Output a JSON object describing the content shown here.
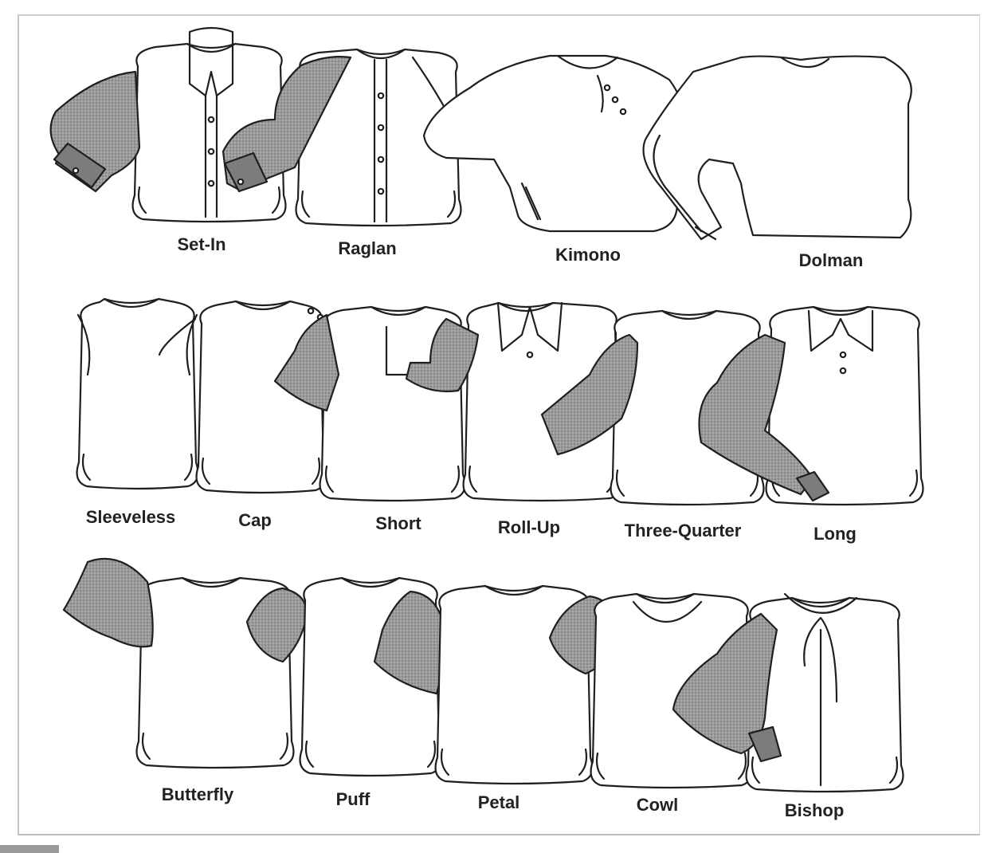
{
  "colors": {
    "line": "#1f1f1f",
    "garment": "#ffffff",
    "sleeve_shade": "#8e8e8e",
    "cuff_shade": "#6e6e6e",
    "frame": "#c4c4c4"
  },
  "rows": [
    {
      "items": [
        {
          "id": "set-in",
          "label": "Set-In"
        },
        {
          "id": "raglan",
          "label": "Raglan"
        },
        {
          "id": "kimono",
          "label": "Kimono"
        },
        {
          "id": "dolman",
          "label": "Dolman"
        }
      ]
    },
    {
      "items": [
        {
          "id": "sleeveless",
          "label": "Sleeveless"
        },
        {
          "id": "cap",
          "label": "Cap"
        },
        {
          "id": "short",
          "label": "Short"
        },
        {
          "id": "roll-up",
          "label": "Roll-Up"
        },
        {
          "id": "three-quarter",
          "label": "Three-Quarter"
        },
        {
          "id": "long",
          "label": "Long"
        }
      ]
    },
    {
      "items": [
        {
          "id": "butterfly",
          "label": "Butterfly"
        },
        {
          "id": "puff",
          "label": "Puff"
        },
        {
          "id": "petal",
          "label": "Petal"
        },
        {
          "id": "cowl",
          "label": "Cowl"
        },
        {
          "id": "bishop",
          "label": "Bishop"
        }
      ]
    }
  ]
}
